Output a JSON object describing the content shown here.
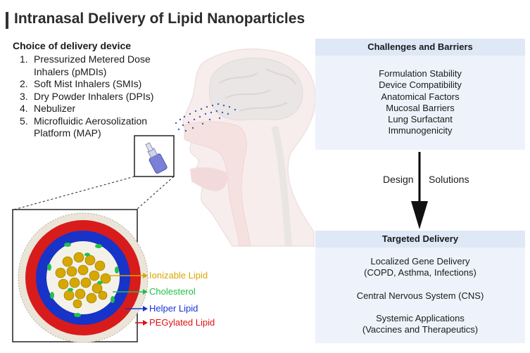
{
  "title": "Intranasal Delivery of Lipid Nanoparticles",
  "device": {
    "heading": "Choice of delivery device",
    "items": [
      {
        "num": "1.",
        "lines": [
          "Pressurized Metered Dose",
          "Inhalers (pMDIs)"
        ]
      },
      {
        "num": "2.",
        "lines": [
          "Soft Mist Inhalers (SMIs)"
        ]
      },
      {
        "num": "3.",
        "lines": [
          "Dry Powder Inhalers  (DPIs)"
        ]
      },
      {
        "num": "4.",
        "lines": [
          "Nebulizer"
        ]
      },
      {
        "num": "5.",
        "lines": [
          "Microfluidic Aerosolization",
          "Platform (MAP)"
        ]
      }
    ]
  },
  "challenges": {
    "header": "Challenges and Barriers",
    "items": [
      "Formulation Stability",
      "Device Compatibility",
      "Anatomical Factors",
      "Mucosal Barriers",
      "Lung Surfactant",
      "Immunogenicity"
    ]
  },
  "arrow": {
    "left_label": "Design",
    "right_label": "Solutions"
  },
  "targeted": {
    "header": "Targeted Delivery",
    "groups": [
      [
        "Localized Gene Delivery",
        "(COPD, Asthma, Infections)"
      ],
      [
        "Central Nervous System (CNS)"
      ],
      [
        "Systemic Applications",
        "(Vaccines and Therapeutics)"
      ]
    ]
  },
  "lnp_legend": [
    {
      "label": "Ionizable Lipid",
      "color": "#d6a800"
    },
    {
      "label": "Cholesterol",
      "color": "#22c04a"
    },
    {
      "label": "Helper Lipid",
      "color": "#1733d6"
    },
    {
      "label": "PEGylated Lipid",
      "color": "#e01010"
    }
  ],
  "colors": {
    "panel_bg": "#eef3fb",
    "panel_header_bg": "#dfe8f6",
    "spray_dots": "#3b5fb0",
    "inhaler": "#7a80d8"
  }
}
